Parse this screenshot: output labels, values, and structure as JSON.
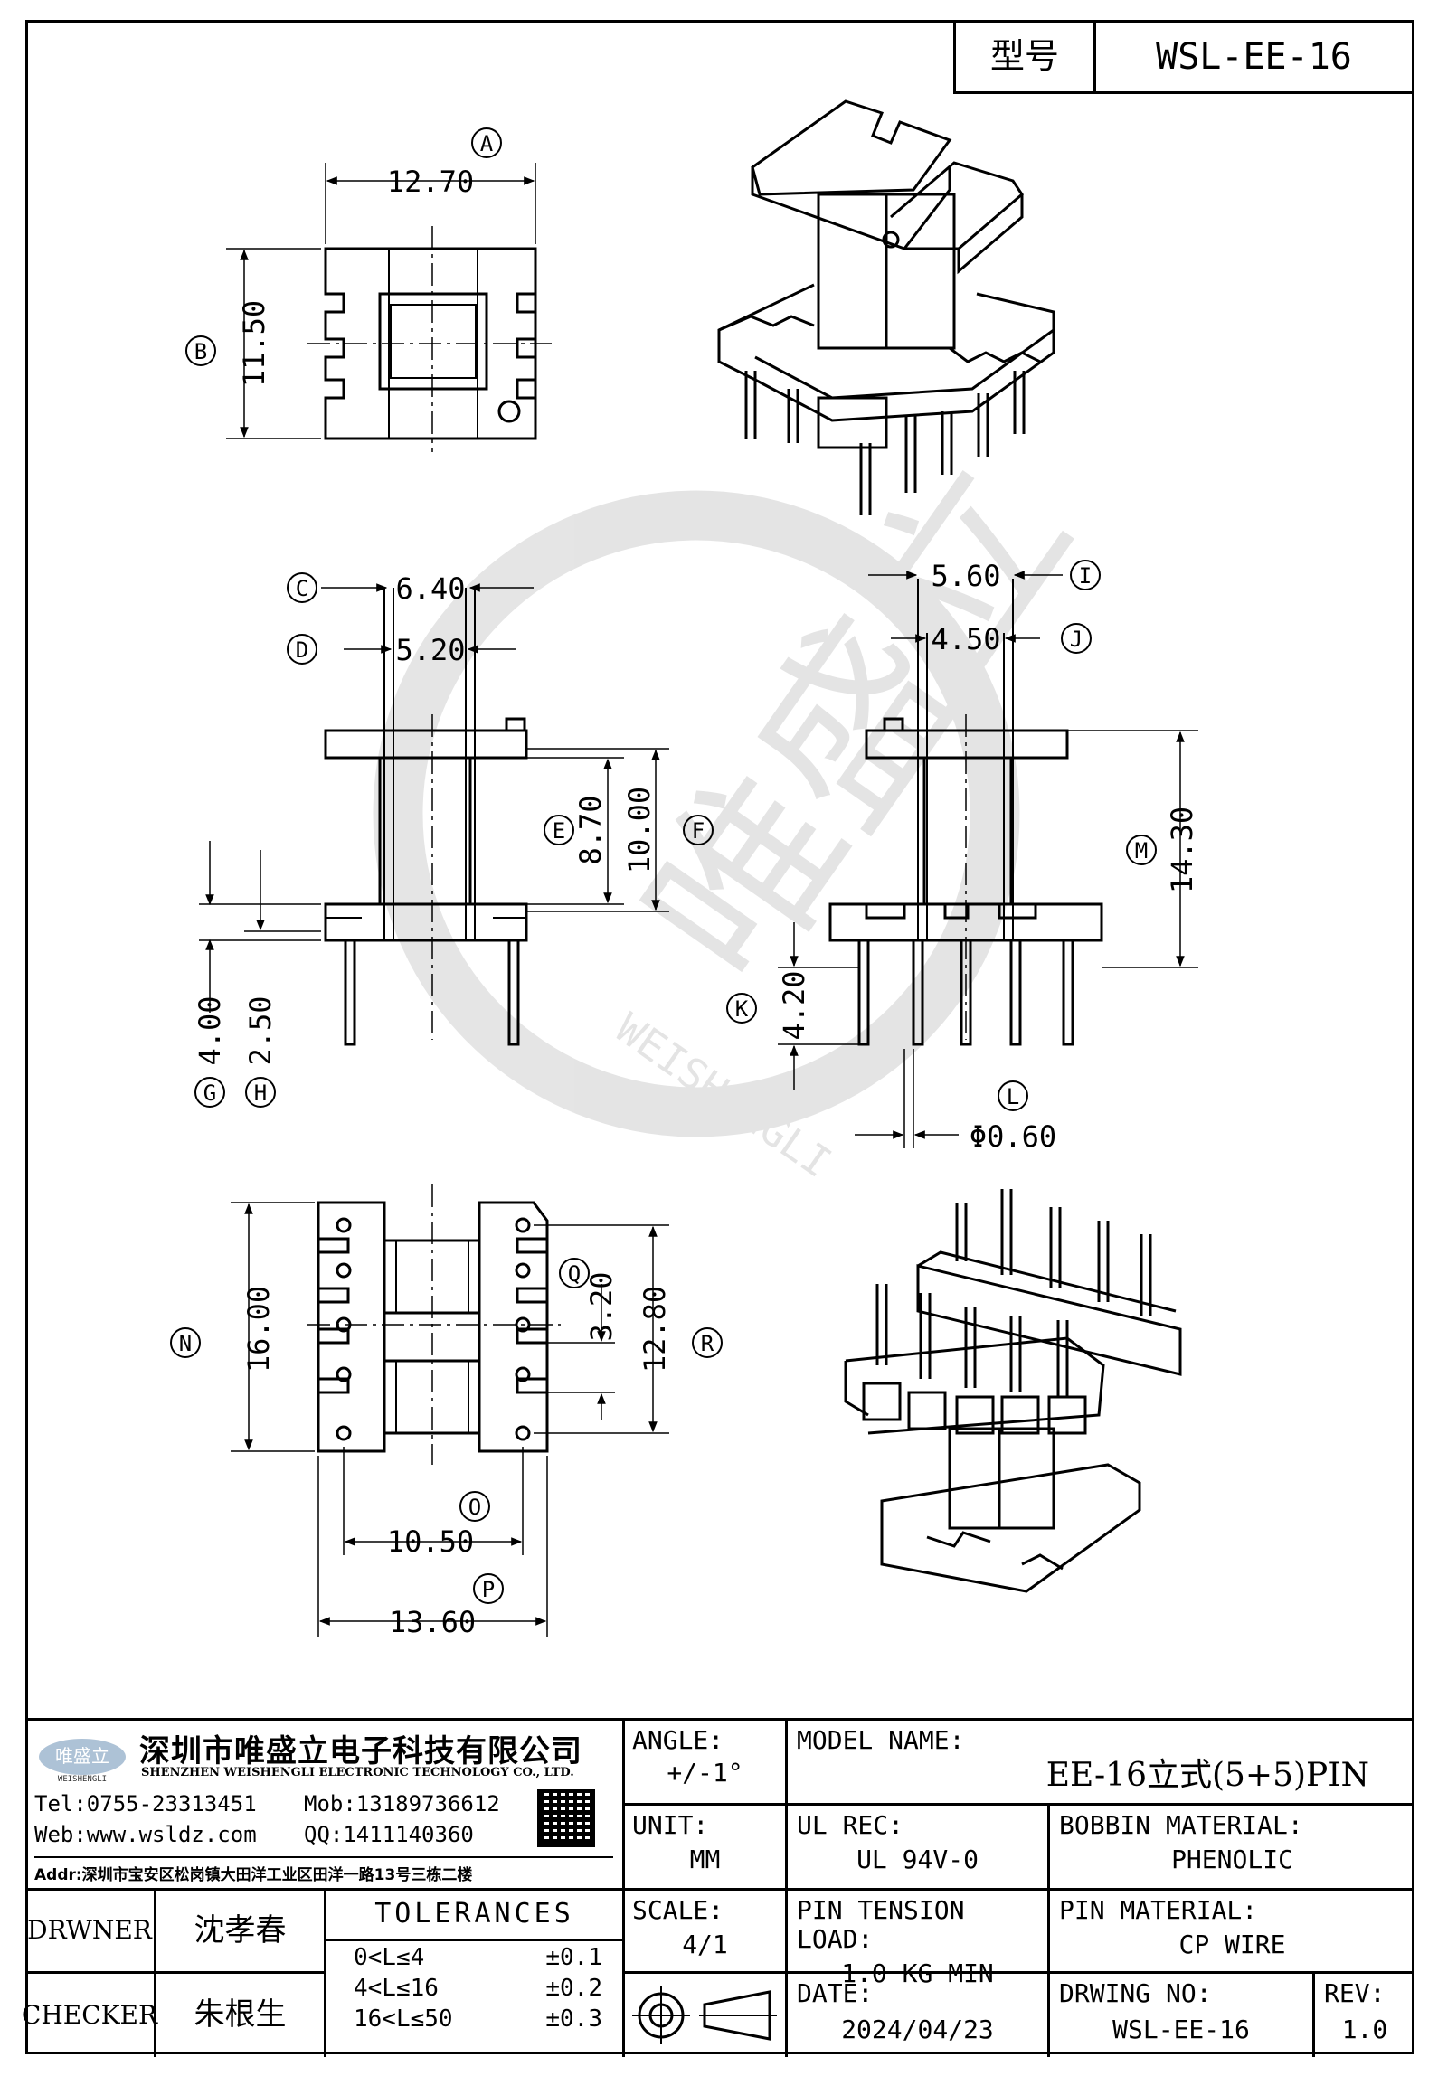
{
  "model_box": {
    "label": "型号",
    "value": "WSL-EE-16"
  },
  "dimensions": {
    "A": {
      "tag": "A",
      "value": "12.70"
    },
    "B": {
      "tag": "B",
      "value": "11.50"
    },
    "C": {
      "tag": "C",
      "value": "6.40"
    },
    "D": {
      "tag": "D",
      "value": "5.20"
    },
    "E": {
      "tag": "E",
      "value": "8.70"
    },
    "F": {
      "tag": "F",
      "value": "10.00"
    },
    "G": {
      "tag": "G",
      "value": "4.00"
    },
    "H": {
      "tag": "H",
      "value": "2.50"
    },
    "I": {
      "tag": "I",
      "value": "5.60"
    },
    "J": {
      "tag": "J",
      "value": "4.50"
    },
    "K": {
      "tag": "K",
      "value": "4.20"
    },
    "L": {
      "tag": "L",
      "value": "Φ0.60"
    },
    "M": {
      "tag": "M",
      "value": "14.30"
    },
    "N": {
      "tag": "N",
      "value": "16.00"
    },
    "O": {
      "tag": "O",
      "value": "10.50"
    },
    "P": {
      "tag": "P",
      "value": "13.60"
    },
    "Q": {
      "tag": "Q",
      "value": "3.20"
    },
    "R": {
      "tag": "R",
      "value": "12.80"
    }
  },
  "watermark": {
    "main": "唯盛立",
    "sub": "WEISHENGLI"
  },
  "company": {
    "name_cn": "深圳市唯盛立电子科技有限公司",
    "name_en": "SHENZHEN WEISHENGLI ELECTRONIC TECHNOLOGY CO., LTD.",
    "logo_text": "唯盛立",
    "logo_sub": "WEISHENGLI",
    "tel": "Tel:0755-23313451",
    "mob": "Mob:13189736612",
    "web": "Web:www.wsldz.com",
    "qq": "QQ:1411140360",
    "addr": "Addr:深圳市宝安区松岗镇大田洋工业区田洋一路13号三栋二楼"
  },
  "title_block": {
    "angle_label": "ANGLE:",
    "angle_value": "+/-1°",
    "model_name_label": "MODEL NAME:",
    "model_name_value": "EE-16立式(5+5)PIN",
    "unit_label": "UNIT:",
    "unit_value": "MM",
    "ul_label": "UL REC:",
    "ul_value": "UL 94V-0",
    "bobbin_label": "BOBBIN MATERIAL:",
    "bobbin_value": "PHENOLIC",
    "scale_label": "SCALE:",
    "scale_value": "4/1",
    "pin_tension_label": "PIN TENSION LOAD:",
    "pin_tension_value": "1.0 KG MIN",
    "pin_material_label": "PIN MATERIAL:",
    "pin_material_value": "CP WIRE",
    "date_label": "DATE:",
    "date_value": "2024/04/23",
    "drawing_no_label": "DRWING NO:",
    "drawing_no_value": "WSL-EE-16",
    "rev_label": "REV:",
    "rev_value": "1.0",
    "drawer_label": "DRWNER",
    "drawer_name": "沈孝春",
    "checker_label": "CHECKER",
    "checker_name": "朱根生",
    "tolerances_title": "TOLERANCES",
    "tolerances": [
      {
        "range": "0<L≤4",
        "tol": "±0.1"
      },
      {
        "range": "4<L≤16",
        "tol": "±0.2"
      },
      {
        "range": "16<L≤50",
        "tol": "±0.3"
      }
    ]
  }
}
